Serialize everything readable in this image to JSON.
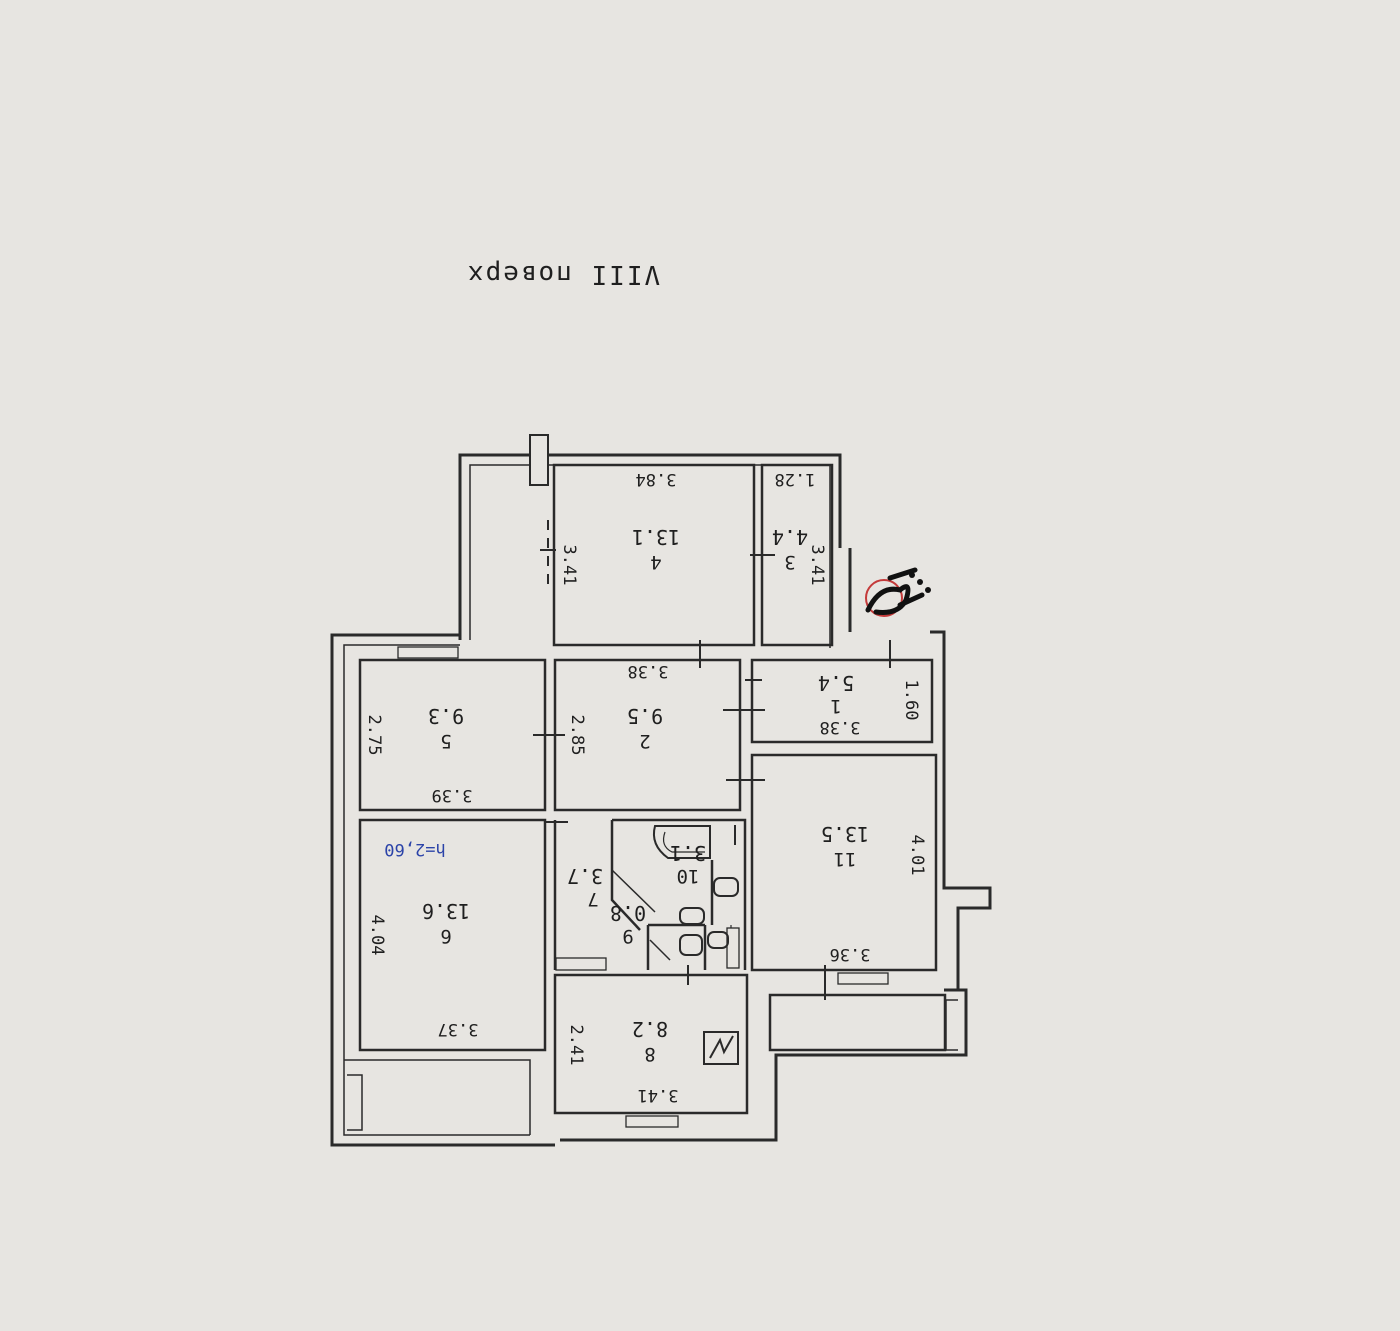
{
  "floor_title": "VIII поверх",
  "height_label": "h=2,60",
  "rooms": [
    {
      "id": "1",
      "num": "1",
      "area": "5.4",
      "dims": [
        "3.38",
        "1.60"
      ]
    },
    {
      "id": "2",
      "num": "2",
      "area": "9.5",
      "dims": [
        "3.38",
        "2.85"
      ]
    },
    {
      "id": "3",
      "num": "3",
      "area": "4.4",
      "dims": [
        "1.28",
        "3.41"
      ]
    },
    {
      "id": "4",
      "num": "4",
      "area": "13.1",
      "dims": [
        "3.84",
        "3.41"
      ]
    },
    {
      "id": "5",
      "num": "5",
      "area": "9.3",
      "dims": [
        "3.39",
        "2.75"
      ]
    },
    {
      "id": "6",
      "num": "6",
      "area": "13.6",
      "dims": [
        "3.37",
        "4.04"
      ]
    },
    {
      "id": "7",
      "num": "7",
      "area": "3.7",
      "dims": []
    },
    {
      "id": "8",
      "num": "8",
      "area": "8.2",
      "dims": [
        "3.41",
        "2.41"
      ]
    },
    {
      "id": "9",
      "num": "9",
      "area": "0.8",
      "dims": []
    },
    {
      "id": "10",
      "num": "10",
      "area": "3.1",
      "dims": []
    },
    {
      "id": "11",
      "num": "11",
      "area": "13.5",
      "dims": [
        "3.36",
        "4.01"
      ]
    }
  ],
  "colors": {
    "paper": "#e7e5e1",
    "ink": "#2a2a2a",
    "stamp_red": "#c43a3a",
    "height_blue": "#2b43a8"
  }
}
